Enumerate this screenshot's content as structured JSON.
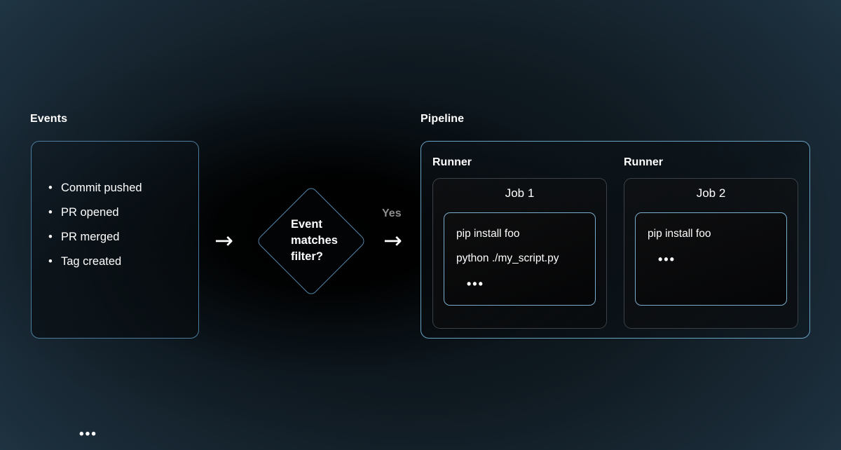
{
  "sections": {
    "events": {
      "label": "Events",
      "items": [
        {
          "text": "Commit pushed"
        },
        {
          "text": "PR opened"
        },
        {
          "text": "PR merged"
        },
        {
          "text": "Tag created"
        }
      ],
      "ellipsis": "•••"
    },
    "pipeline": {
      "label": "Pipeline",
      "runners": [
        {
          "label": "Runner",
          "job_title": "Job 1",
          "script_lines": [
            "pip install foo",
            "python ./my_script.py"
          ],
          "ellipsis": "•••"
        },
        {
          "label": "Runner",
          "job_title": "Job 2",
          "script_lines": [
            "pip install foo"
          ],
          "ellipsis": "•••"
        }
      ]
    }
  },
  "decision": {
    "text": "Event matches filter?",
    "line_1": "Event",
    "line_2": "matches",
    "line_3": "filter?"
  },
  "connectors": {
    "arrow_1": "→",
    "arrow_2": "→",
    "yes_label": "Yes"
  },
  "colors": {
    "accent_blue": "#6aa2c4",
    "box_border_blue": "#4c7d9e",
    "script_border_blue": "#7aadcc",
    "runner_border_gray": "#3b4146",
    "text_white": "#ffffff",
    "label_gray": "#8d8d8d",
    "background_dark": "#0a0f13",
    "background_slate": "#27404f"
  }
}
